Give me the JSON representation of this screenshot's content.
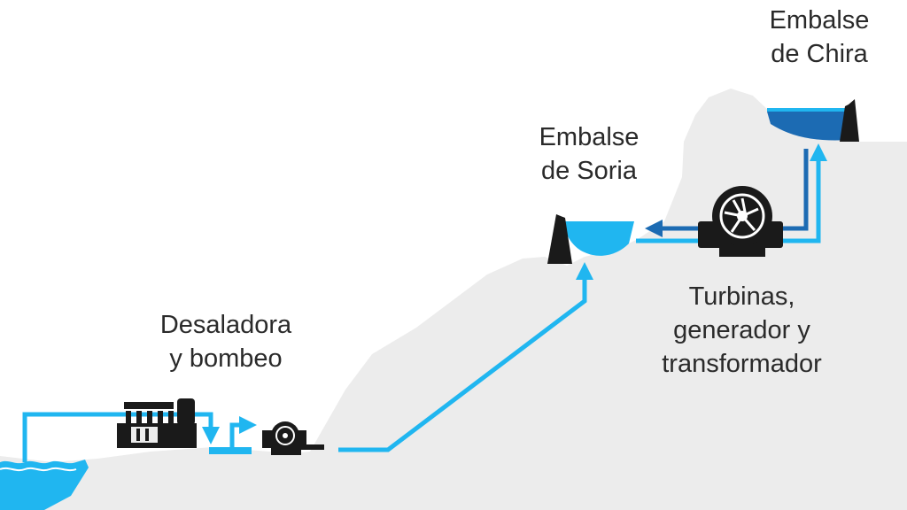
{
  "labels": {
    "chira": [
      "Embalse",
      "de Chira"
    ],
    "soria": [
      "Embalse",
      "de Soria"
    ],
    "turbinas": [
      "Turbinas,",
      "generador y",
      "transformador"
    ],
    "desaladora": [
      "Desaladora",
      "y bombeo"
    ]
  },
  "colors": {
    "terrain": "#ececec",
    "water_light": "#20b6f0",
    "water_dark": "#1c6bb3",
    "machinery": "#1a1a1a",
    "text": "#2a2a2a"
  },
  "icons": [
    "dam-icon",
    "turbine-generator-icon",
    "desalination-plant-icon",
    "pump-icon",
    "arrow-icon"
  ]
}
